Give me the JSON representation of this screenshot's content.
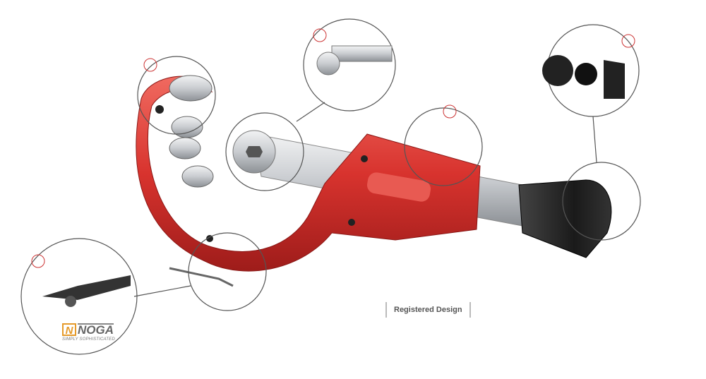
{
  "badge": {
    "registered_design": "Registered Design"
  },
  "logo": {
    "brand": "NOGA",
    "tagline": "SIMPLY SOPHISTICATED"
  },
  "colors": {
    "body_red": "#d8332e",
    "knob": "#222222",
    "steel": "#c9ccd0",
    "callout_line": "#555555"
  }
}
